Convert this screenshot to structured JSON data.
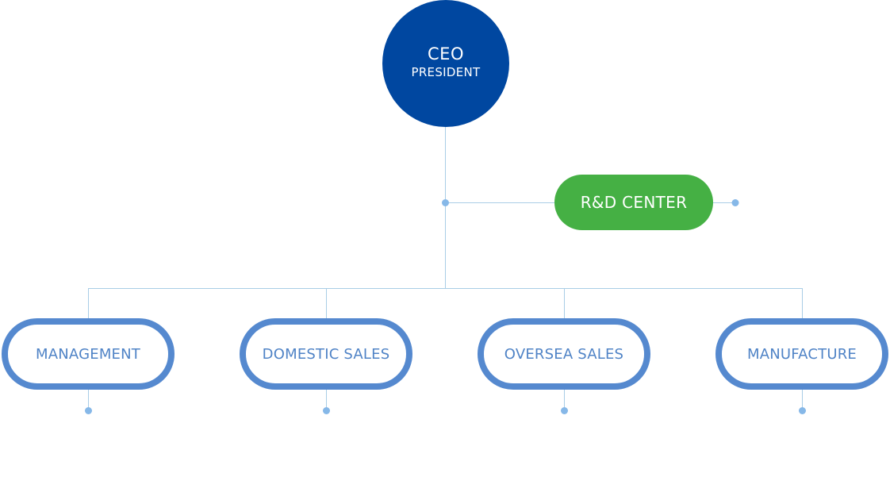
{
  "ceo": {
    "title": "CEO",
    "subtitle": "PRESIDENT"
  },
  "rd_center": {
    "label": "R&D CENTER"
  },
  "departments": [
    {
      "label": "MANAGEMENT"
    },
    {
      "label": "DOMESTIC SALES"
    },
    {
      "label": "OVERSEA SALES"
    },
    {
      "label": "MANUFACTURE"
    }
  ],
  "colors": {
    "ceo_fill": "#0047a0",
    "rd_fill": "#45b044",
    "dept_border": "#5589cf",
    "dept_text": "#4f83c6",
    "connector": "#a9cde6",
    "dot": "#86b8e8"
  }
}
